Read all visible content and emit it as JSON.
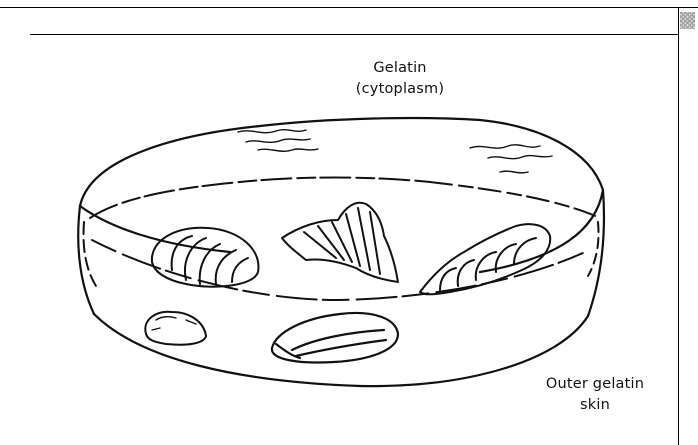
{
  "labels": {
    "gelatin_line1": "Gelatin",
    "gelatin_line2": "(cytoplasm)",
    "skin_line1": "Outer gelatin",
    "skin_line2": "skin"
  },
  "colors": {
    "ink": "#111111",
    "background": "#ffffff",
    "scroll_corner": "#d8d8d8"
  }
}
